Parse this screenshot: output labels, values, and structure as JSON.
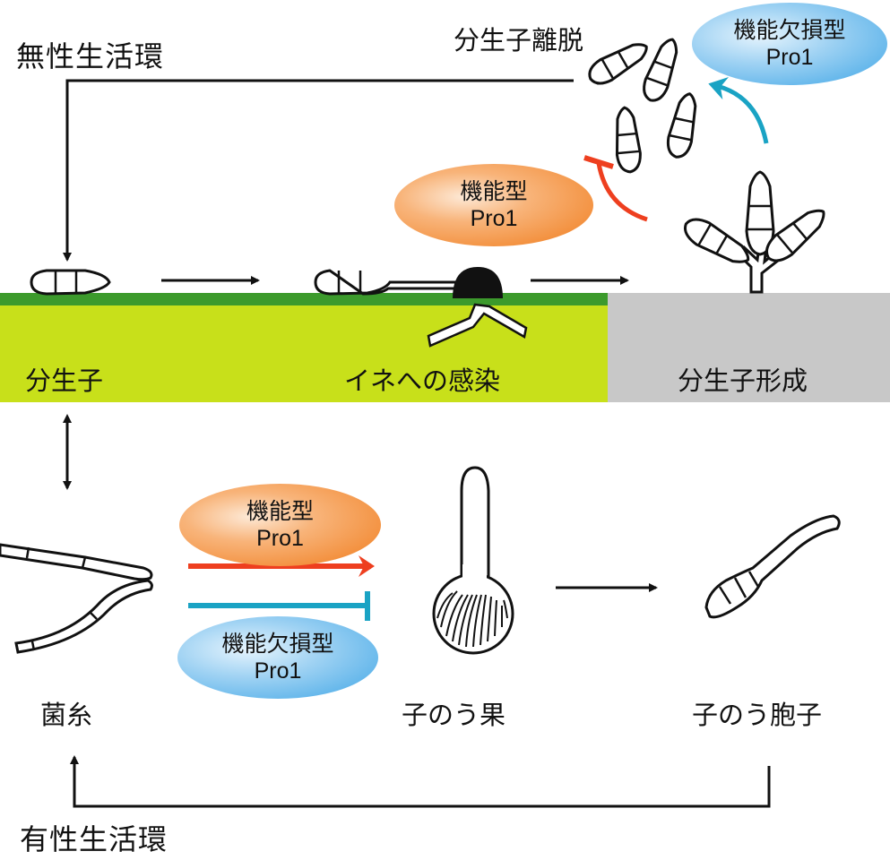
{
  "asexual_cycle": {
    "title": "無性生活環",
    "conidia_detachment": "分生子離脱",
    "stage_conidium": "分生子",
    "stage_infection": "イネへの感染",
    "stage_conidiation": "分生子形成"
  },
  "sexual_cycle": {
    "title": "有性生活環",
    "stage_hyphae": "菌糸",
    "stage_perithecium": "子のう果",
    "stage_ascospore": "子のう胞子"
  },
  "regulators": {
    "functional_top": {
      "line1": "機能型",
      "line2": "Pro1"
    },
    "lof_top": {
      "line1": "機能欠損型",
      "line2": "Pro1"
    },
    "functional_bottom": {
      "line1": "機能型",
      "line2": "Pro1"
    },
    "lof_bottom": {
      "line1": "機能欠損型",
      "line2": "Pro1"
    }
  },
  "colors": {
    "leaf_green": "#c8e01a",
    "leaf_edge": "#3c9a2c",
    "gray_region": "#c8c8c8",
    "promote_red": "#ee3f1f",
    "inhibit_blue": "#1aa3c4",
    "bubble_orange": "#f07c1c",
    "bubble_blue": "#3fa6e6"
  }
}
